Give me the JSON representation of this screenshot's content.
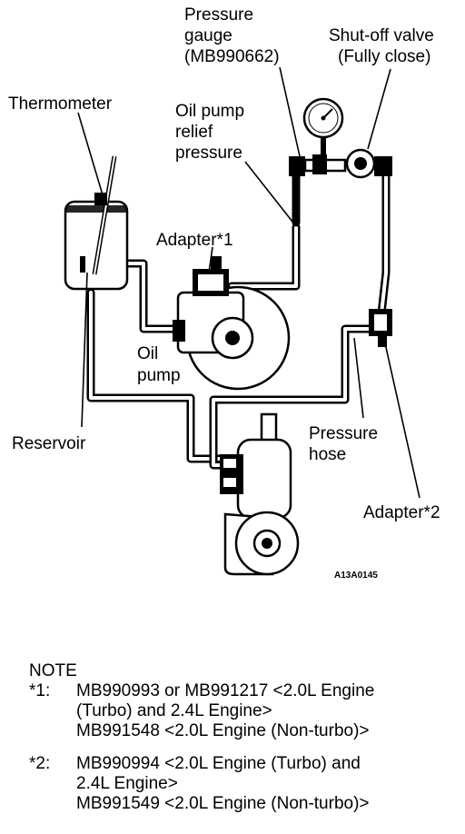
{
  "labels": {
    "pressure_gauge": [
      "Pressure",
      "gauge",
      "(MB990662)"
    ],
    "shutoff_valve": [
      "Shut-off valve",
      "(Fully close)"
    ],
    "thermometer": "Thermometer",
    "relief_pressure": [
      "Oil pump",
      "relief",
      "pressure"
    ],
    "adapter1": "Adapter*1",
    "oil_pump": [
      "Oil",
      "pump"
    ],
    "reservoir": "Reservoir",
    "pressure_hose": [
      "Pressure",
      "hose"
    ],
    "adapter2": "Adapter*2",
    "figure_code": "A13A0145"
  },
  "note": {
    "title": "NOTE",
    "items": [
      {
        "key": "*1:",
        "lines": [
          "MB990993 or MB991217 <2.0L Engine",
          "(Turbo) and 2.4L Engine>",
          "MB991548 <2.0L Engine (Non-turbo)>"
        ]
      },
      {
        "key": "*2:",
        "lines": [
          "MB990994 <2.0L Engine (Turbo) and",
          "2.4L Engine>",
          "MB991549 <2.0L Engine (Non-turbo)>"
        ]
      }
    ]
  }
}
